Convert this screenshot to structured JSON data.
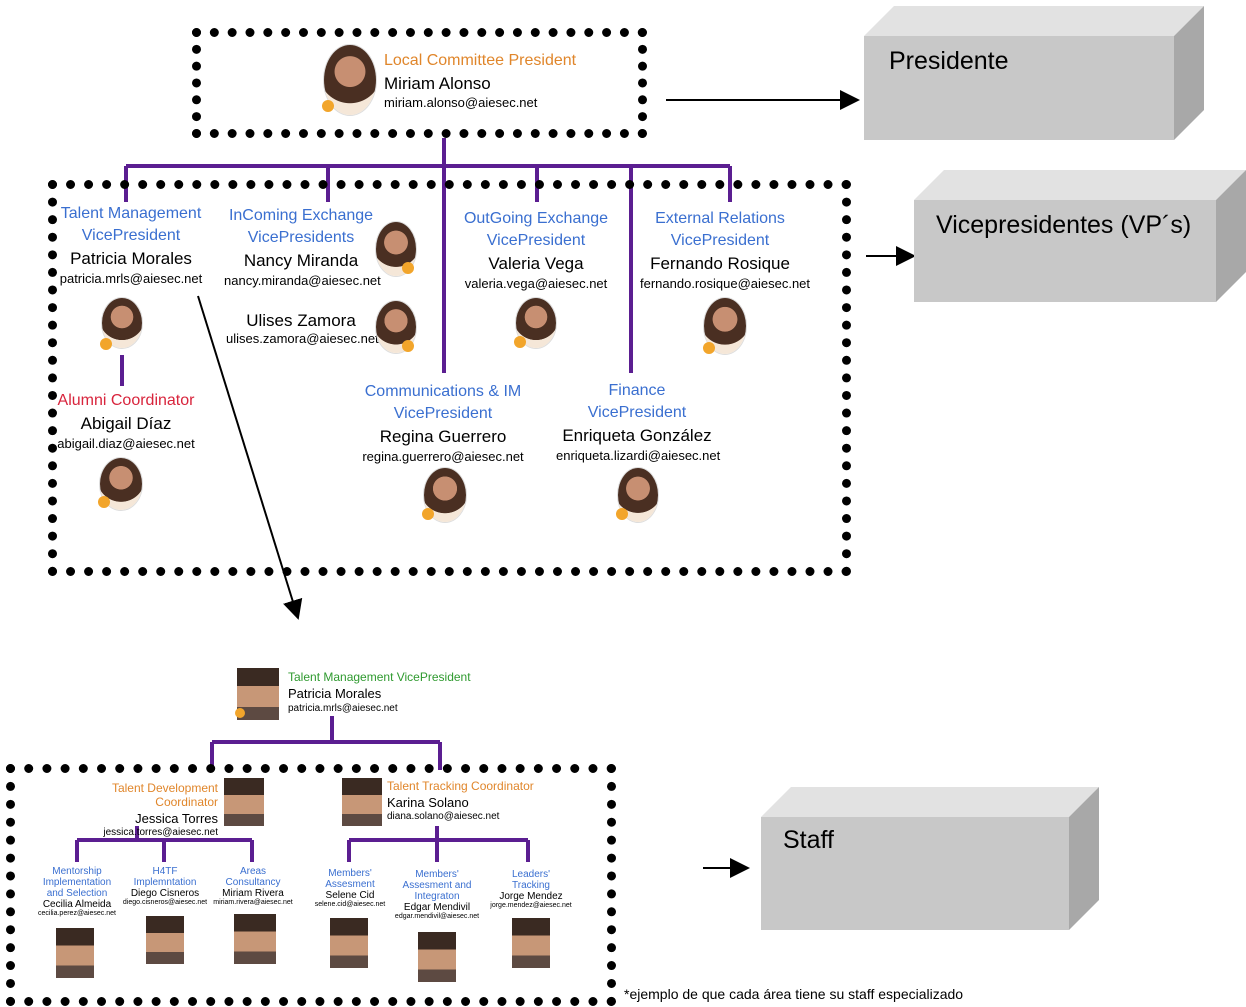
{
  "top": {
    "role": "Local Committee President",
    "name": "Miriam Alonso",
    "email": "miriam.alonso@aiesec.net"
  },
  "vps": [
    {
      "role1": "Talent Management",
      "role2": "VicePresident",
      "name": "Patricia Morales",
      "email": "patricia.mrls@aiesec.net"
    },
    {
      "role1": "InComing Exchange",
      "role2": "VicePresidents",
      "name": "Nancy Miranda",
      "email": "nancy.miranda@aiesec.net",
      "name2": "Ulises Zamora",
      "email2": "ulises.zamora@aiesec.net"
    },
    {
      "role1": "OutGoing Exchange",
      "role2": "VicePresident",
      "name": "Valeria Vega",
      "email": "valeria.vega@aiesec.net"
    },
    {
      "role1": "External Relations",
      "role2": "VicePresident",
      "name": "Fernando Rosique",
      "email": "fernando.rosique@aiesec.net"
    },
    {
      "role1": "Communications & IM",
      "role2": "VicePresident",
      "name": "Regina Guerrero",
      "email": "regina.guerrero@aiesec.net"
    },
    {
      "role1": "Finance",
      "role2": "VicePresident",
      "name": "Enriqueta González",
      "email": "enriqueta.lizardi@aiesec.net"
    }
  ],
  "alumni": {
    "role": "Alumni Coordinator",
    "name": "Abigail Díaz",
    "email": "abigail.diaz@aiesec.net"
  },
  "tm": {
    "role": "Talent Management VicePresident",
    "name": "Patricia Morales",
    "email": "patricia.mrls@aiesec.net"
  },
  "coords": [
    {
      "role": "Talent Development Coordinator",
      "name": "Jessica Torres",
      "email": "jessica.torres@aiesec.net"
    },
    {
      "role": "Talent Tracking Coordinator",
      "name": "Karina Solano",
      "email": "diana.solano@aiesec.net"
    }
  ],
  "staff": [
    {
      "r1": "Mentorship",
      "r2": "Implementation",
      "r3": "and Selection",
      "name": "Cecilia Almeida",
      "email": "cecilia.perez@aiesec.net"
    },
    {
      "r1": "H4TF",
      "r2": "Implemntation",
      "r3": "",
      "name": "Diego Cisneros",
      "email": "diego.cisneros@aiesec.net"
    },
    {
      "r1": "Areas",
      "r2": "Consultancy",
      "r3": "",
      "name": "Miriam Rivera",
      "email": "miriam.rivera@aiesec.net"
    },
    {
      "r1": "Members'",
      "r2": "Assesment",
      "r3": "",
      "name": "Selene Cid",
      "email": "selene.cid@aiesec.net"
    },
    {
      "r1": "Members'",
      "r2": "Assesment and",
      "r3": "Integraton",
      "name": "Edgar Mendivil",
      "email": "edgar.mendivil@aiesec.net"
    },
    {
      "r1": "Leaders'",
      "r2": "Tracking",
      "r3": "",
      "name": "Jorge Mendez",
      "email": "jorge.mendez@aiesec.net"
    }
  ],
  "labels": {
    "presidente": "Presidente",
    "vps": "Vicepresidentes (VP´s)",
    "staff": "Staff"
  },
  "note": "*ejemplo de que cada área tiene su staff especializado"
}
